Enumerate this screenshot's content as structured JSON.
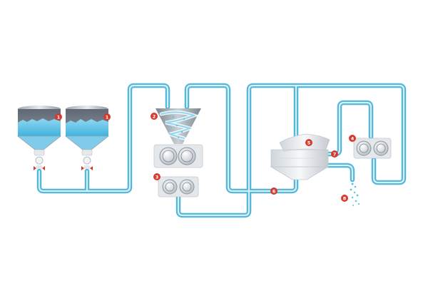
{
  "diagram": {
    "colors": {
      "pipe_outer": "#4fb6d8",
      "pipe_inner": "#d8eef7",
      "liquid": "#5fc2e6",
      "metal_dark": "#6a7380",
      "metal_light": "#eceff2",
      "badge": "#d63a2f"
    },
    "components": [
      {
        "id": "silo-left",
        "label": "1",
        "icon": "silo-icon"
      },
      {
        "id": "silo-right",
        "label": "1",
        "icon": "silo-icon"
      },
      {
        "id": "mixing-funnel",
        "label": "2",
        "icon": "spiral-mixer-icon"
      },
      {
        "id": "pump-lower",
        "label": "3",
        "icon": "twin-pump-icon"
      },
      {
        "id": "pump-right",
        "label": "4",
        "icon": "twin-pump-icon"
      },
      {
        "id": "separator-vessel",
        "label": "5",
        "icon": "separator-icon"
      },
      {
        "id": "pipe-junction-6",
        "label": "6",
        "icon": "junction-icon"
      },
      {
        "id": "pipe-junction-7",
        "label": "7",
        "icon": "junction-icon"
      },
      {
        "id": "output-spray",
        "label": "8",
        "icon": "droplets-icon"
      }
    ]
  }
}
